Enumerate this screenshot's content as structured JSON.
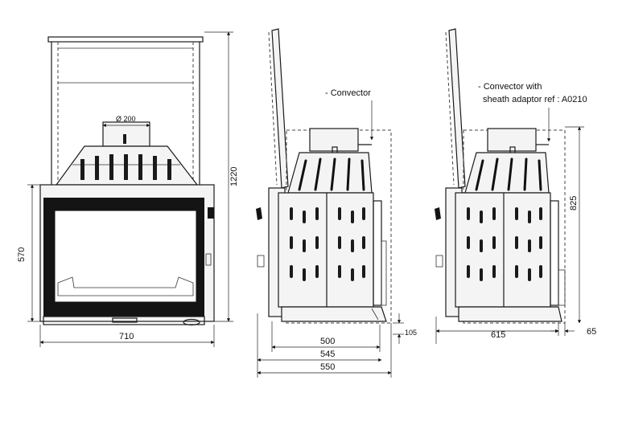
{
  "front": {
    "diameter_label": "Ø 200",
    "width_label": "710",
    "height_label": "1220",
    "door_height_label": "570"
  },
  "side_left": {
    "callout": "- Convector",
    "dims": [
      "500",
      "545",
      "550",
      "105"
    ]
  },
  "side_right": {
    "callout_line1": "- Convector with",
    "callout_line2": "sheath adaptor ref : A0210",
    "dims": [
      "615",
      "65",
      "825"
    ]
  },
  "icons": {
    "arrow": "arrow-icon"
  }
}
